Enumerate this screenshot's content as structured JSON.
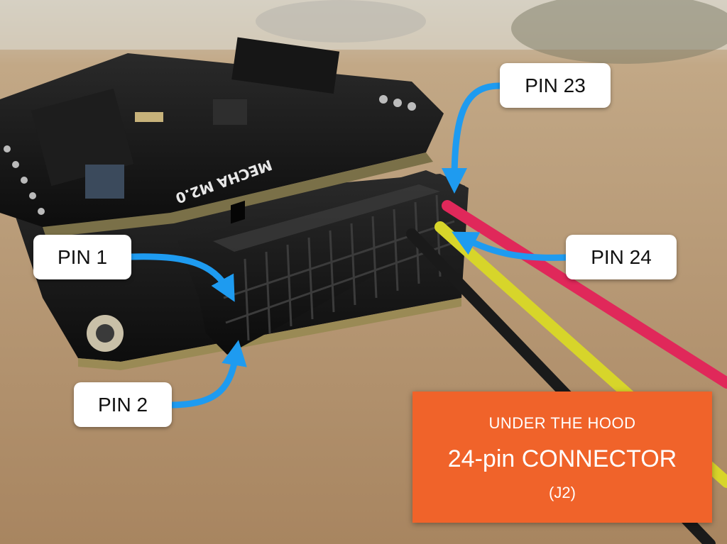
{
  "callouts": {
    "pin1": "PIN 1",
    "pin2": "PIN 2",
    "pin23": "PIN 23",
    "pin24": "PIN 24"
  },
  "title_box": {
    "kicker": "UNDER THE HOOD",
    "title": "24-pin CONNECTOR",
    "subtitle": "(J2)"
  },
  "board_marking": "MECHA M2.0",
  "colors": {
    "arrow": "#1e9bf0",
    "title_box": "#f0632a",
    "wire_red": "#e0285a",
    "wire_yellow": "#d7d52a",
    "wire_black": "#1a1a1a"
  }
}
